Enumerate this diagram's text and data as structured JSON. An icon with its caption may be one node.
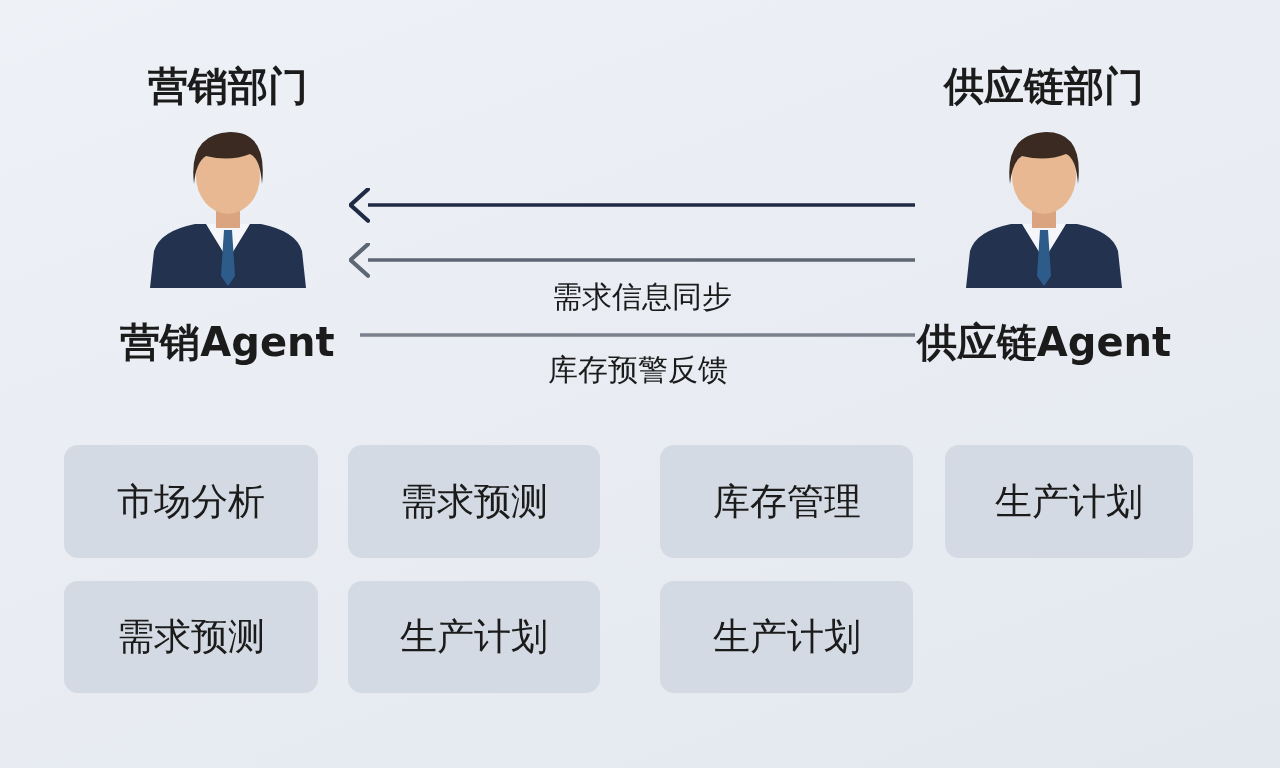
{
  "diagram": {
    "nodes": [
      {
        "text": [
          "营销部门",
          "营销Agent"
        ]
      },
      {
        "text": [
          "供应链部门",
          "供应链Agent"
        ]
      },
      {
        "text": [
          "市场分析"
        ]
      },
      {
        "text": [
          "需求预测"
        ]
      },
      {
        "text": [
          "库存管理"
        ]
      },
      {
        "text": [
          "生产计划"
        ]
      },
      {
        "text": [
          "需求预测"
        ]
      },
      {
        "text": [
          "生产计划"
        ]
      },
      {
        "text": [
          "生产计划"
        ]
      }
    ],
    "edges": [
      {
        "from": 1,
        "to": 0,
        "arrow": "to",
        "color": "#1f2b45"
      },
      {
        "from": 1,
        "to": 0,
        "arrow": "to",
        "color": "#5d6673",
        "label": "需求信息同步"
      },
      {
        "from": 0,
        "to": 1,
        "arrow": "none",
        "color": "#7a818c",
        "label": "库存预警反馈"
      }
    ]
  }
}
